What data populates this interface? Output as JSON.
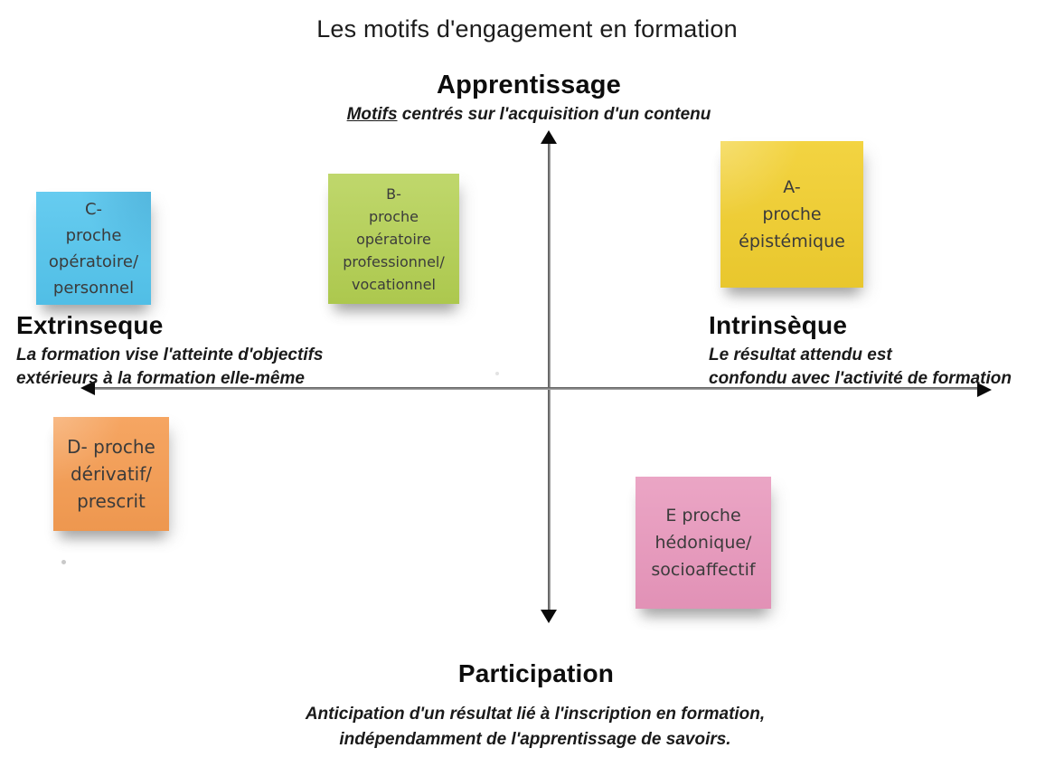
{
  "title": "Les motifs d'engagement en formation",
  "axes": {
    "line_color": "#8a8a8a",
    "arrow_color": "#0a0a0a",
    "top": {
      "label": "Apprentissage",
      "subtitle_underlined": "Motifs",
      "subtitle_rest": " centrés sur l'acquisition d'un contenu"
    },
    "left": {
      "label": "Extrinseque",
      "subtitle_lines": [
        "La formation vise l'atteinte d'objectifs",
        "extérieurs à la formation elle-même"
      ]
    },
    "right": {
      "label": "Intrinsèque",
      "subtitle_lines": [
        "Le résultat attendu est",
        "confondu avec l'activité de formation"
      ]
    },
    "bottom": {
      "label": "Participation",
      "subtitle_lines": [
        "Anticipation d'un résultat lié à l'inscription en formation,",
        "indépendamment de l'apprentissage de savoirs."
      ]
    }
  },
  "notes": {
    "A": {
      "color": "#f2d031",
      "quadrant": "top-right",
      "lines": [
        "A-",
        "proche",
        "épistémique"
      ]
    },
    "B": {
      "color": "#b5d154",
      "quadrant": "top-left-center",
      "lines": [
        "B-",
        "proche",
        "opératoire",
        "professionnel/",
        "vocationnel"
      ]
    },
    "C": {
      "color": "#55c6ee",
      "quadrant": "top-left",
      "lines": [
        "C-",
        "proche",
        "opératoire/",
        "personnel"
      ]
    },
    "D": {
      "color": "#f59e55",
      "quadrant": "bottom-left",
      "lines": [
        "D-  proche",
        "dérivatif/",
        "prescrit"
      ]
    },
    "E": {
      "color": "#e899bd",
      "quadrant": "bottom-right",
      "lines": [
        "E proche",
        "hédonique/",
        "socioaffectif"
      ]
    }
  }
}
